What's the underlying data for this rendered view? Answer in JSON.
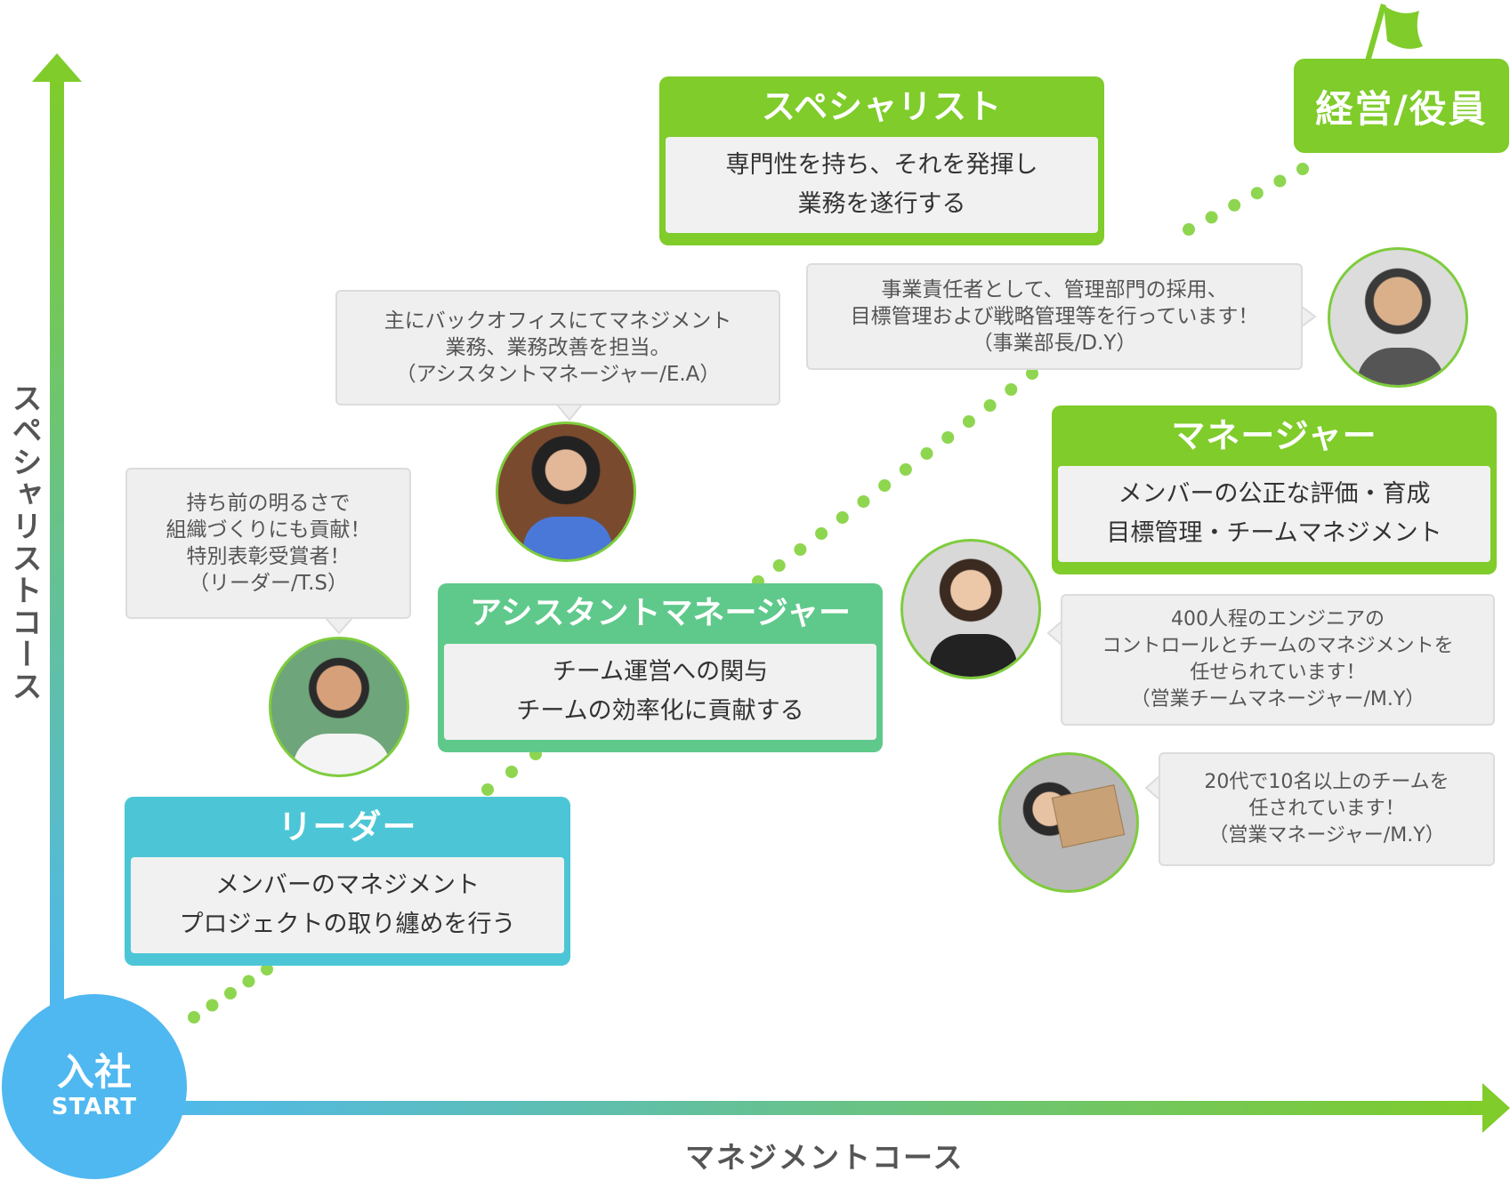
{
  "axes": {
    "vertical_label": "スペシャリストコース",
    "horizontal_label": "マネジメントコース"
  },
  "start": {
    "title": "入社",
    "sub": "START"
  },
  "goal": {
    "label": "経営/役員"
  },
  "cards": [
    {
      "title": "スペシャリスト",
      "lines": [
        "専門性を持ち、それを発揮し",
        "業務を遂行する"
      ]
    },
    {
      "title": "マネージャー",
      "lines": [
        "メンバーの公正な評価・育成",
        "目標管理・チームマネジメント"
      ]
    },
    {
      "title": "アシスタントマネージャー",
      "lines": [
        "チーム運営への関与",
        "チームの効率化に貢献する"
      ]
    },
    {
      "title": "リーダー",
      "lines": [
        "メンバーのマネジメント",
        "プロジェクトの取り纏めを行う"
      ]
    }
  ],
  "bubbles": [
    {
      "lines": [
        "事業責任者として、管理部門の採用、",
        "目標管理および戦略管理等を行っています！",
        "（事業部長/D.Y）"
      ]
    },
    {
      "lines": [
        "主にバックオフィスにてマネジメント",
        "業務、業務改善を担当。",
        "（アシスタントマネージャー/E.A）"
      ]
    },
    {
      "lines": [
        "持ち前の明るさで",
        "組織づくりにも貢献！",
        "特別表彰受賞者！",
        "（リーダー/T.S）"
      ]
    },
    {
      "lines": [
        "400人程のエンジニアの",
        "コントロールとチームのマネジメントを",
        "任せられています！",
        "（営業チームマネージャー/M.Y）"
      ]
    },
    {
      "lines": [
        "20代で10名以上のチームを",
        "任されています！",
        "（営業マネージャー/M.Y）"
      ]
    }
  ],
  "colors": {
    "green": "#7fcc2a",
    "teal": "#5fc98b",
    "cyan": "#4cc6d6",
    "blue": "#4fb8f0",
    "dot": "#8ed64f",
    "card_body": "#f1f1f1",
    "bubble_bg": "#efefef"
  }
}
